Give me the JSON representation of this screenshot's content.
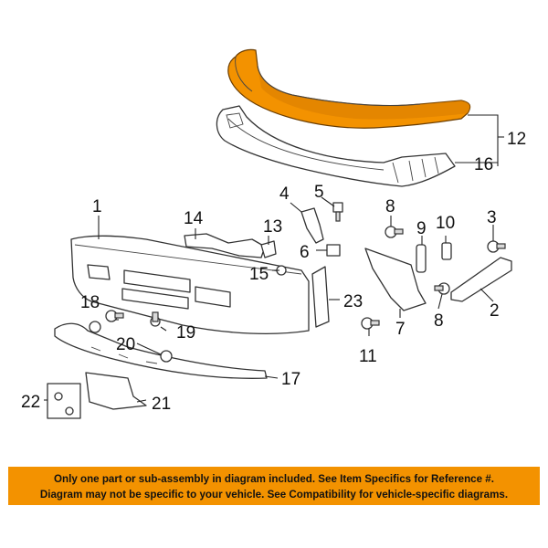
{
  "callouts": {
    "n1": "1",
    "n2": "2",
    "n3": "3",
    "n4": "4",
    "n5": "5",
    "n6": "6",
    "n7": "7",
    "n8a": "8",
    "n8b": "8",
    "n9": "9",
    "n10": "10",
    "n11": "11",
    "n12": "12",
    "n13": "13",
    "n14": "14",
    "n15": "15",
    "n16": "16",
    "n17": "17",
    "n18": "18",
    "n19": "19",
    "n20": "20",
    "n21": "21",
    "n22": "22",
    "n23": "23"
  },
  "colors": {
    "highlight": "#f39200",
    "outline": "#333333"
  },
  "notice": {
    "line1": "Only one part or sub-assembly in diagram included. See Item Specifics for Reference #.",
    "line2": "Diagram may not be specific to your vehicle. See Compatibility for vehicle-specific diagrams."
  }
}
